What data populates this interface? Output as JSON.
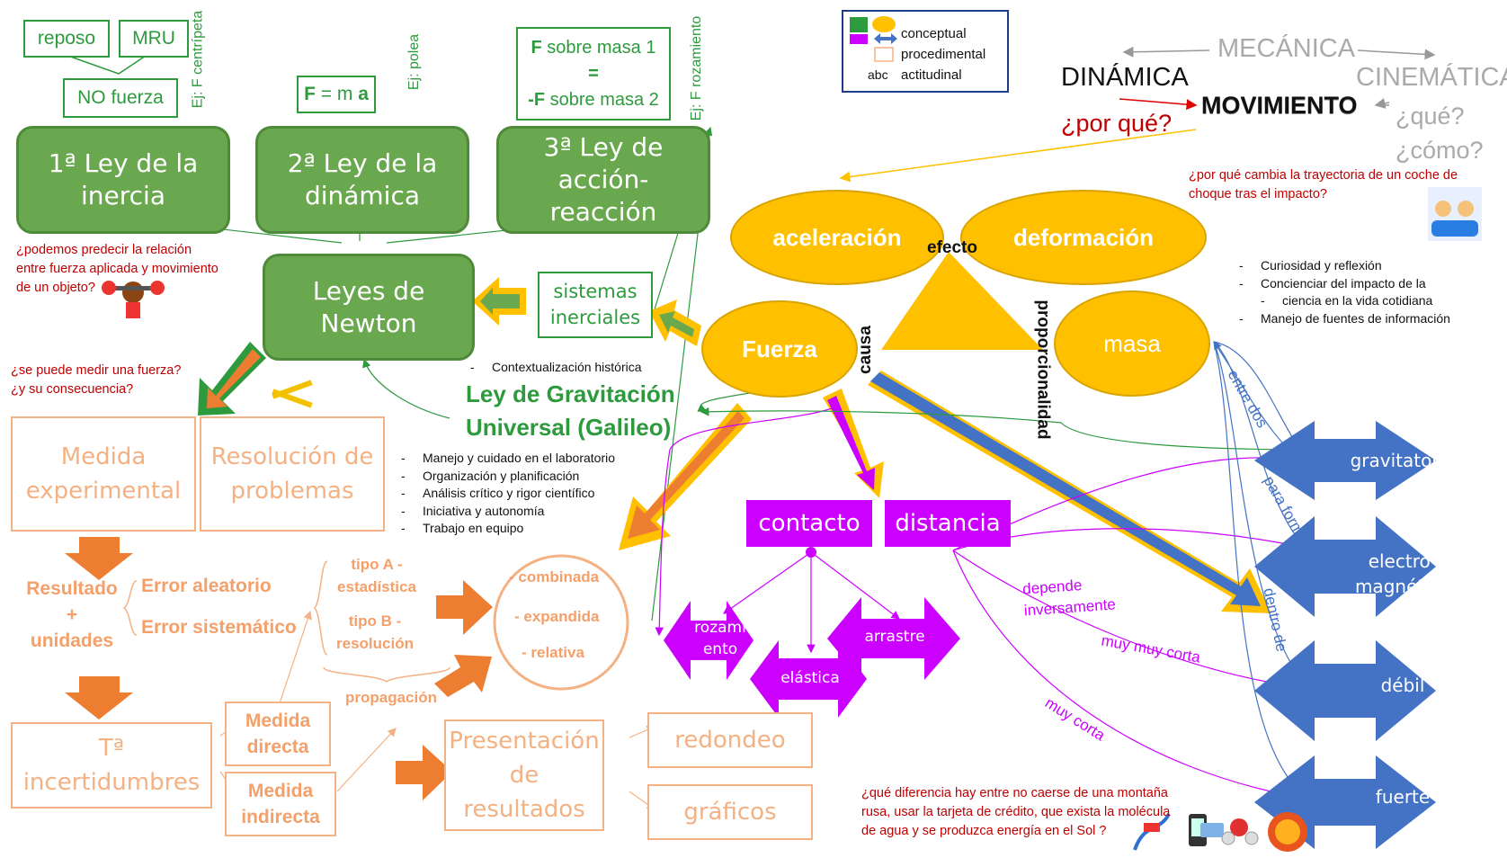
{
  "diagram": {
    "legend": {
      "conceptual": "conceptual",
      "procedimental": "procedimental",
      "abc": "abc",
      "actitudinal": "actitudinal"
    },
    "top_boxes": {
      "reposo": "reposo",
      "mru": "MRU",
      "no_fuerza": "NO fuerza"
    },
    "examples": {
      "centripeta": "Ej: F centrípeta",
      "polea": "Ej: polea",
      "rozamiento": "Ej: F rozamiento"
    },
    "fma": {
      "f": "F",
      "rest": "= m",
      "a": "a"
    },
    "third_law_box": {
      "line1_bold": "F",
      "line1": " sobre masa 1",
      "line2": "=",
      "line3_bold": "-F",
      "line3": " sobre masa 2"
    },
    "laws": {
      "first": "1ª Ley de la\ninercia",
      "second": "2ª Ley de la\ndinámica",
      "third": "3ª Ley de\nacción-\nreacción",
      "newton": "Leyes de\nNewton"
    },
    "mechanics": {
      "mecanica": "MECÁNICA",
      "dinamica": "DINÁMICA",
      "cinematica": "CINEMÁTICA",
      "movimiento": "MOVIMIENTO",
      "por_que": "¿por qué?",
      "que": "¿qué?",
      "como": "¿cómo?"
    },
    "question_crash": "¿por qué cambia la trayectoria de un coche de\nchoque tras el impacto?",
    "question_predict": "¿podemos predecir la relación\nentre fuerza aplicada y movimiento\nde un objeto?",
    "question_measure": "¿se puede medir una fuerza?\n¿y su consecuencia?",
    "question_bottom": "¿qué diferencia hay entre no caerse de una montaña\nrusa, usar la tarjeta de crédito, que exista la molécula\nde agua y se produzca energía en el Sol ?",
    "attitudes": [
      "Curiosidad y reflexión",
      "Concienciar del impacto de la",
      "ciencia en la vida cotidiana",
      "Manejo de fuentes de información"
    ],
    "lab_skills": [
      "Manejo y cuidado en el laboratorio",
      "Organización y planificación",
      "Análisis crítico y rigor científico",
      "Iniciativa y autonomía",
      "Trabajo en equipo"
    ],
    "context_history": "Contextualización histórica",
    "gravitation": "Ley de Gravitación\nUniversal (Galileo)",
    "sistemas": "sistemas\ninerciales",
    "ellipses": {
      "aceleracion": "aceleración",
      "deformacion": "deformación",
      "fuerza": "Fuerza",
      "masa": "masa"
    },
    "triangle": {
      "efecto": "efecto",
      "causa": "causa",
      "proporcionalidad": "proporcionalidad"
    },
    "force_types": {
      "contacto": "contacto",
      "distancia": "distancia",
      "rozamiento": "rozami\nento",
      "elastica": "elástica",
      "arrastre": "arrastre"
    },
    "interactions": {
      "gravitatoria": "gravitatoria",
      "electro": "electro-\nmagnética",
      "debil": "débil",
      "fuerte": "fuerte"
    },
    "rel_labels": {
      "entre_dos": "entre dos",
      "para_formar": "para formar",
      "dentro_de": "dentro de",
      "depende": "depende\ninversamente",
      "muy_muy_corta": "muy muy corta",
      "muy_corta": "muy corta"
    },
    "procedure": {
      "medida_exp": "Medida\nexperimental",
      "resolucion": "Resolución de\nproblemas",
      "resultado": "Resultado\n+\nunidades",
      "error_aleatorio": "Error aleatorio",
      "error_sistematico": "Error sistemático",
      "tipo_a": "tipo A -\nestadística",
      "tipo_b": "tipo B -\nresolución",
      "combinada": "- combinada",
      "expandida": "- expandida",
      "relativa": "- relativa",
      "propagacion": "propagación",
      "incertidumbres": "Tª\nincertidumbres",
      "medida_directa": "Medida\ndirecta",
      "medida_indirecta": "Medida\nindirecta",
      "presentacion": "Presentación\nde resultados",
      "redondeo": "redondeo",
      "graficos": "gráficos"
    },
    "colors": {
      "green": "#6aa84f",
      "yellow": "#ffc000",
      "orange": "#ed7d31",
      "purple": "#cc00ff",
      "blue": "#4472c4",
      "red": "#c00000"
    }
  }
}
